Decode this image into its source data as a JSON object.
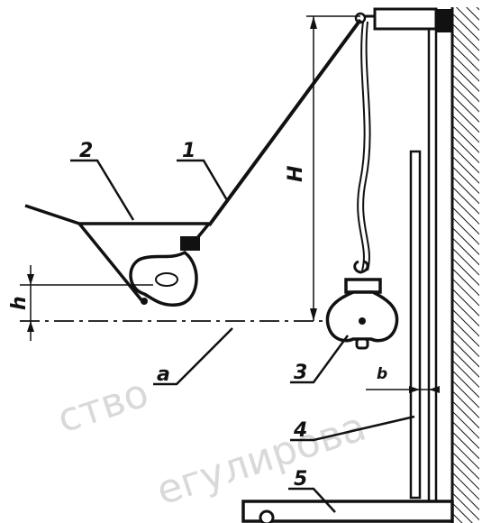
{
  "labels": {
    "rope": "1",
    "pendulum_arm": "2",
    "test_lamp": "3",
    "scale": "4",
    "base": "5",
    "reference_line": "a",
    "fall_height": "H",
    "offset_h": "h",
    "gap": "b"
  },
  "watermark": [
    "ство",
    "егулирова"
  ],
  "colors": {
    "ink": "#111111",
    "watermark": "#d9d9d9"
  }
}
